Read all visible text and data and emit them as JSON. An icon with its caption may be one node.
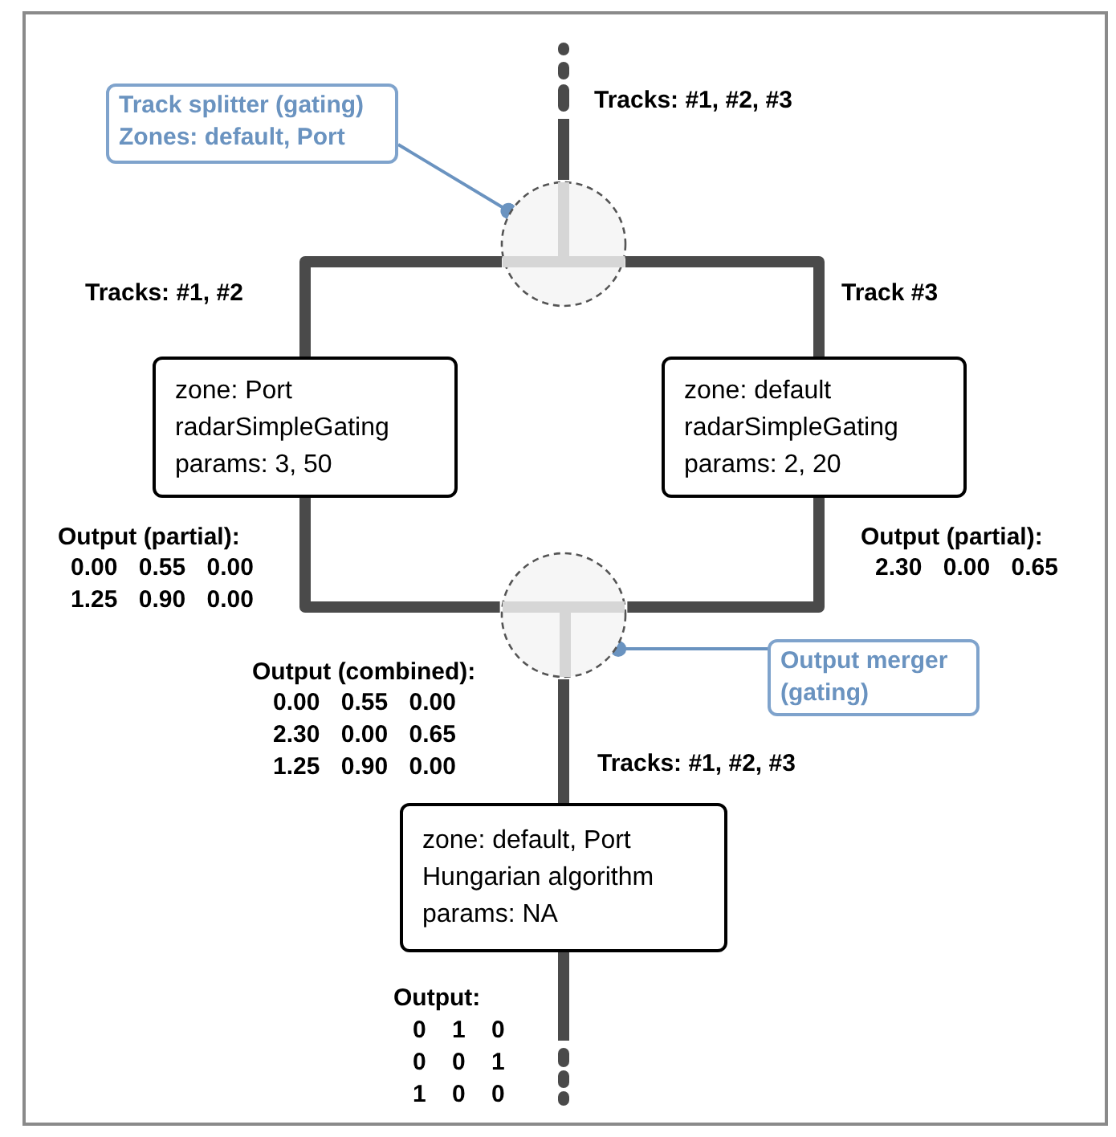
{
  "diagram": {
    "nodes": [
      {
        "text": [
          "Track splitter (gating)",
          "Zones: default, Port"
        ]
      },
      {
        "text": [],
        "shape": "circle"
      },
      {
        "text": [
          "zone: Port",
          "radarSimpleGating",
          "params: 3, 50"
        ]
      },
      {
        "text": [
          "zone: default",
          "radarSimpleGating",
          "params: 2, 20"
        ]
      },
      {
        "text": [],
        "shape": "circle"
      },
      {
        "text": [
          "Output merger (gating)"
        ]
      },
      {
        "text": [
          "zone: default, Port",
          "Hungarian algorithm",
          "params: NA"
        ]
      }
    ],
    "edges": [
      {
        "from": null,
        "to": 1,
        "arrow": "none"
      },
      {
        "from": 1,
        "to": 2,
        "arrow": "none"
      },
      {
        "from": 1,
        "to": 3,
        "arrow": "none"
      },
      {
        "from": 2,
        "to": 4,
        "arrow": "none"
      },
      {
        "from": 3,
        "to": 4,
        "arrow": "none"
      },
      {
        "from": 4,
        "to": 6,
        "arrow": "none"
      },
      {
        "from": 6,
        "to": null,
        "arrow": "none"
      },
      {
        "from": 0,
        "to": 1,
        "arrow": "other",
        "color": "#6a93c0"
      },
      {
        "from": 5,
        "to": 4,
        "arrow": "other",
        "color": "#6a93c0"
      }
    ],
    "labels": [
      "Tracks: #1, #2, #3",
      "Tracks: #1, #2",
      "Track #3",
      "Output (partial):",
      "0.00 0.55 0.00",
      "1.25 0.90 0.00",
      "Output (partial):",
      "2.30 0.00 0.65",
      "Output (combined):",
      "0.00 0.55 0.00",
      "2.30 0.00 0.65",
      "1.25 0.90 0.00",
      "Tracks: #1, #2, #3",
      "Output:",
      "0 1 0",
      "0 0 1",
      "1 0 0"
    ]
  }
}
